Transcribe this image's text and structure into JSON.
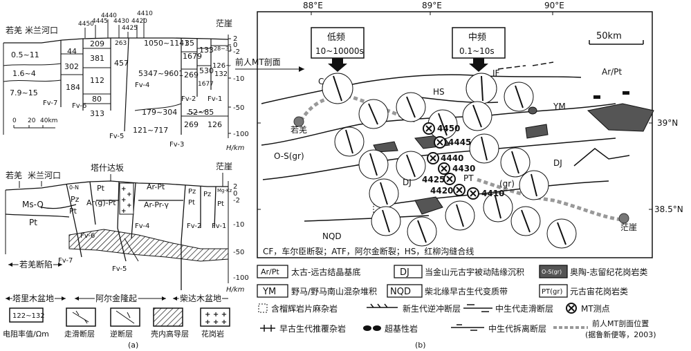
{
  "panel_a": {
    "label": "(a)",
    "top_places": {
      "left1": "若羌",
      "left2": "米兰河口",
      "right": "茫崖"
    },
    "stations": [
      "4450",
      "4445",
      "4440",
      "4430",
      "4425",
      "4420",
      "4410"
    ],
    "resist": [
      "0.5~11",
      "1.6~4",
      "7.9~15",
      "44",
      "302",
      "184",
      "209",
      "381",
      "112",
      "80",
      "313",
      "263",
      "457",
      "1050~1141",
      "5347~9601",
      "35",
      "1679",
      "269",
      "133",
      "530",
      "1677",
      "126~",
      "132",
      "28~31",
      "179~304",
      "52~85",
      "121~717",
      "269",
      "126"
    ],
    "faults": [
      "Fv-7",
      "Fv-6",
      "Fv-5",
      "Fv-4",
      "Fv-3",
      "Fv-2",
      "Fv-1"
    ],
    "depth_ticks": [
      "2",
      "0",
      "-2",
      "-10",
      "-50",
      "-100"
    ],
    "depth_unit": "H/km",
    "scale": [
      "0",
      "20",
      "40km"
    ],
    "bottom_places": {
      "left1": "若羌",
      "left2": "米兰河口",
      "mid": "塔什达坂",
      "right": "茫崖"
    },
    "units": [
      "Ms-Q",
      "Pt",
      "0-N",
      "Pz",
      "Pt",
      "Ar(g)-Pt",
      "Pt",
      "Ar-Pt",
      "Ar-Pr-γ",
      "Pz",
      "Pt",
      "Pz",
      "Mg-Kz",
      "Pt"
    ],
    "rq_fault": "若羌断陷",
    "basins": [
      "塔里木盆地",
      "阿尔金隆起",
      "柴达木盆地"
    ],
    "legend": {
      "resist_box": "122~132",
      "resist_label": "电阻率值/Ωm",
      "strike_slip": "走滑断层",
      "reverse": "逆断层",
      "crust_hc": "壳内高导层",
      "granite": "花岗岩"
    }
  },
  "panel_b": {
    "label": "(b)",
    "lon": [
      "88°E",
      "89°E",
      "90°E"
    ],
    "lat": [
      "39°N",
      "38.5°N"
    ],
    "box_low": {
      "title": "低频",
      "range": "10~10000s"
    },
    "box_mid": {
      "title": "中频",
      "range": "0.1~10s"
    },
    "scale": "50km",
    "prev_profile": "前人MT剖面",
    "places": {
      "ruoqiang": "若羌",
      "mangya": "茫崖"
    },
    "labels": [
      "C",
      "IF",
      "HS",
      "YM",
      "Ar/Pt",
      "O-S(gr)",
      "DJ",
      "DJ",
      "PT",
      "(gr)",
      "NQD"
    ],
    "mt_stations": [
      "4450",
      "4445",
      "4440",
      "4430",
      "4425",
      "4420",
      "4410"
    ],
    "caption": "CF，车尔臣断裂；ATF，阿尔金断裂；HS，红柳沟缝合线",
    "legend": [
      {
        "code": "Ar/Pt",
        "text": "太古-远古结晶基底"
      },
      {
        "code": "DJ",
        "text": "当金山元古宇被动陆缘沉积"
      },
      {
        "code": "O-S(gr)",
        "text": "奥陶-志留纪花岗岩类"
      },
      {
        "code": "YM",
        "text": "野马/野马南山混杂堆积"
      },
      {
        "code": "NQD",
        "text": "柴北缘早古生代变质带"
      },
      {
        "code": "PT(gr)",
        "text": "元古宙花岗岩类"
      },
      {
        "code": "",
        "text": "含榴辉岩片麻杂岩"
      },
      {
        "code": "",
        "text": "新生代逆冲断层"
      },
      {
        "code": "",
        "text": "中生代走滑断层"
      },
      {
        "code": "",
        "text": "MT测点"
      },
      {
        "code": "",
        "text": "早古生代推覆杂岩"
      },
      {
        "code": "",
        "text": "超基性岩"
      },
      {
        "code": "",
        "text": "中生代拆离断层"
      },
      {
        "code": "",
        "text": "前人MT剖面位置"
      },
      {
        "code": "",
        "text": "(据鲁新便等，2003)"
      }
    ]
  }
}
